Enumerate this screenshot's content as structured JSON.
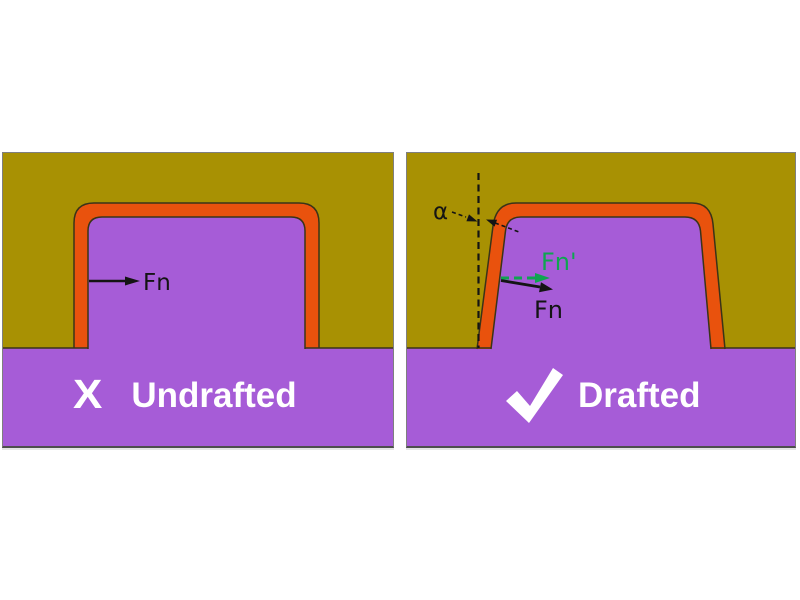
{
  "figure": {
    "left_panel": {
      "caption": "Undrafted",
      "marker": "X",
      "labels": {
        "fn": "Fn"
      }
    },
    "right_panel": {
      "caption": "Drafted",
      "labels": {
        "alpha": "α",
        "fn": "Fn",
        "fn_prime": "Fn'"
      }
    }
  },
  "colors": {
    "mold": "#A89103",
    "shell": "#E9520D",
    "core": "#A65CD7",
    "accent_green": "#0FA551",
    "ink": "#141414",
    "outline": "#3A3418",
    "caption_text": "#FFFFFF"
  }
}
